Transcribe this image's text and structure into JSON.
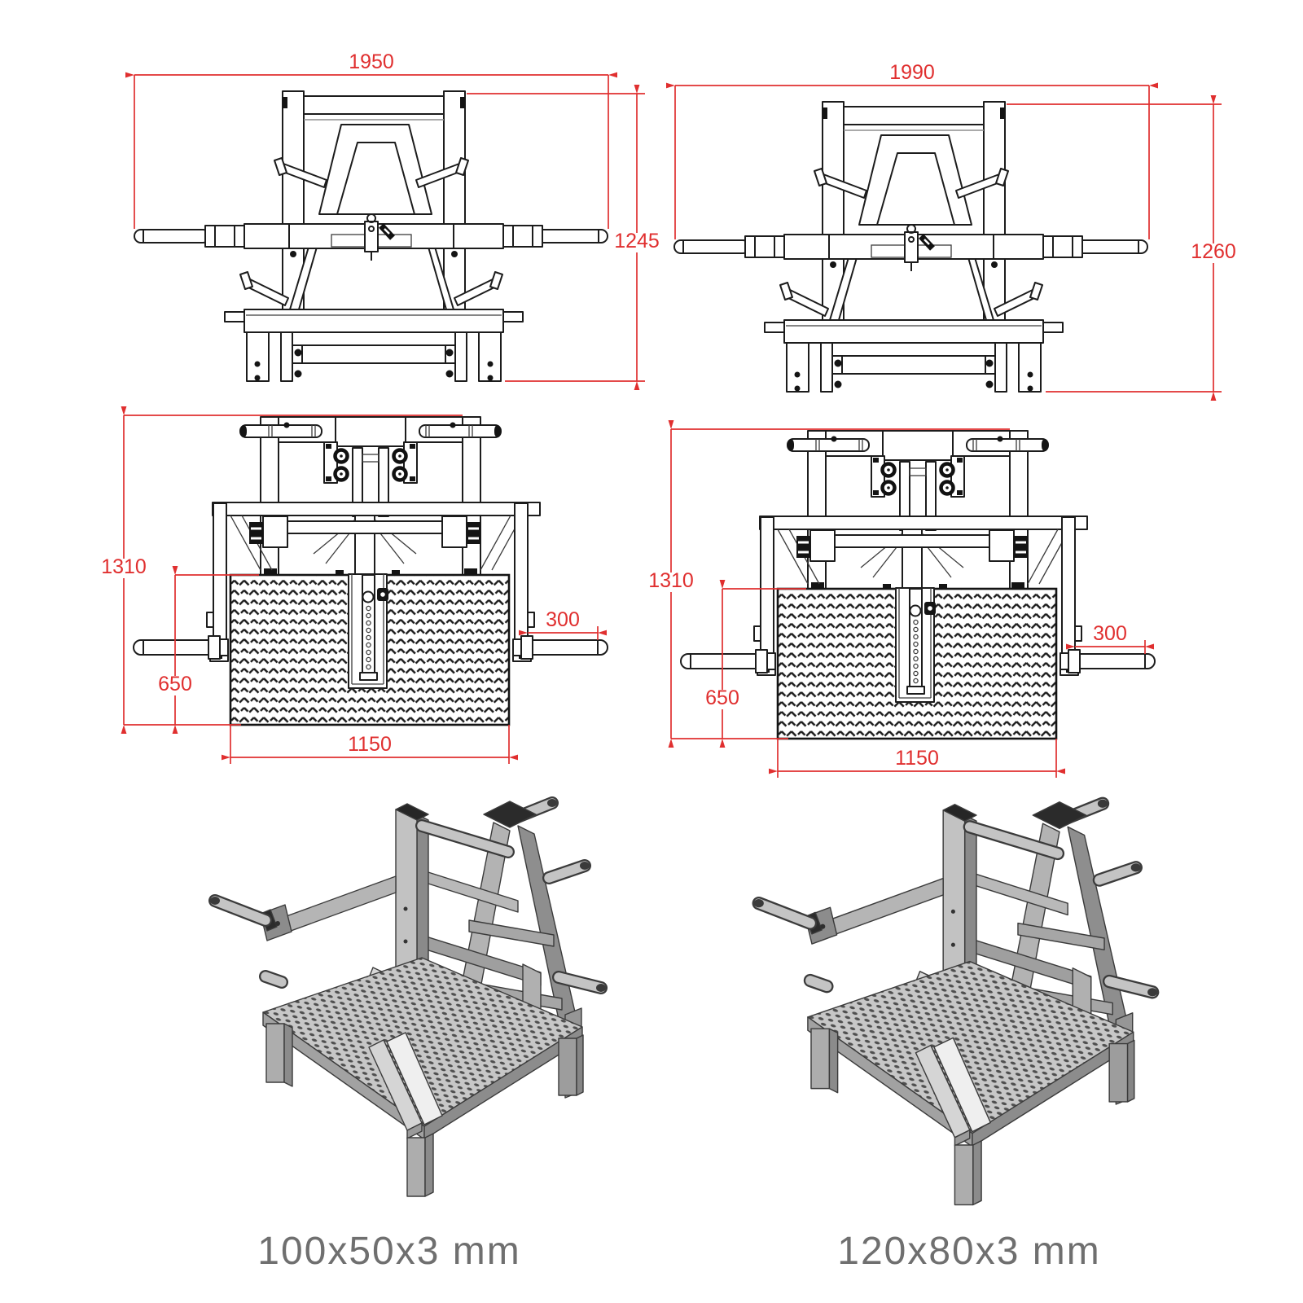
{
  "palette": {
    "dimension_red": "#e02f2f",
    "linework": "#1c1c1c",
    "caption_gray": "#6f6f6f",
    "iso_gray": "#b5b5b5"
  },
  "variants": [
    {
      "caption": "100x50x3 mm",
      "front": {
        "width": "1950",
        "height": "1245"
      },
      "plan": {
        "overall_depth": "1310",
        "platform_depth": "650",
        "handle_length": "300",
        "platform_width": "1150"
      }
    },
    {
      "caption": "120x80x3 mm",
      "front": {
        "width": "1990",
        "height": "1260"
      },
      "plan": {
        "overall_depth": "1310",
        "platform_depth": "650",
        "handle_length": "300",
        "platform_width": "1150"
      }
    }
  ]
}
